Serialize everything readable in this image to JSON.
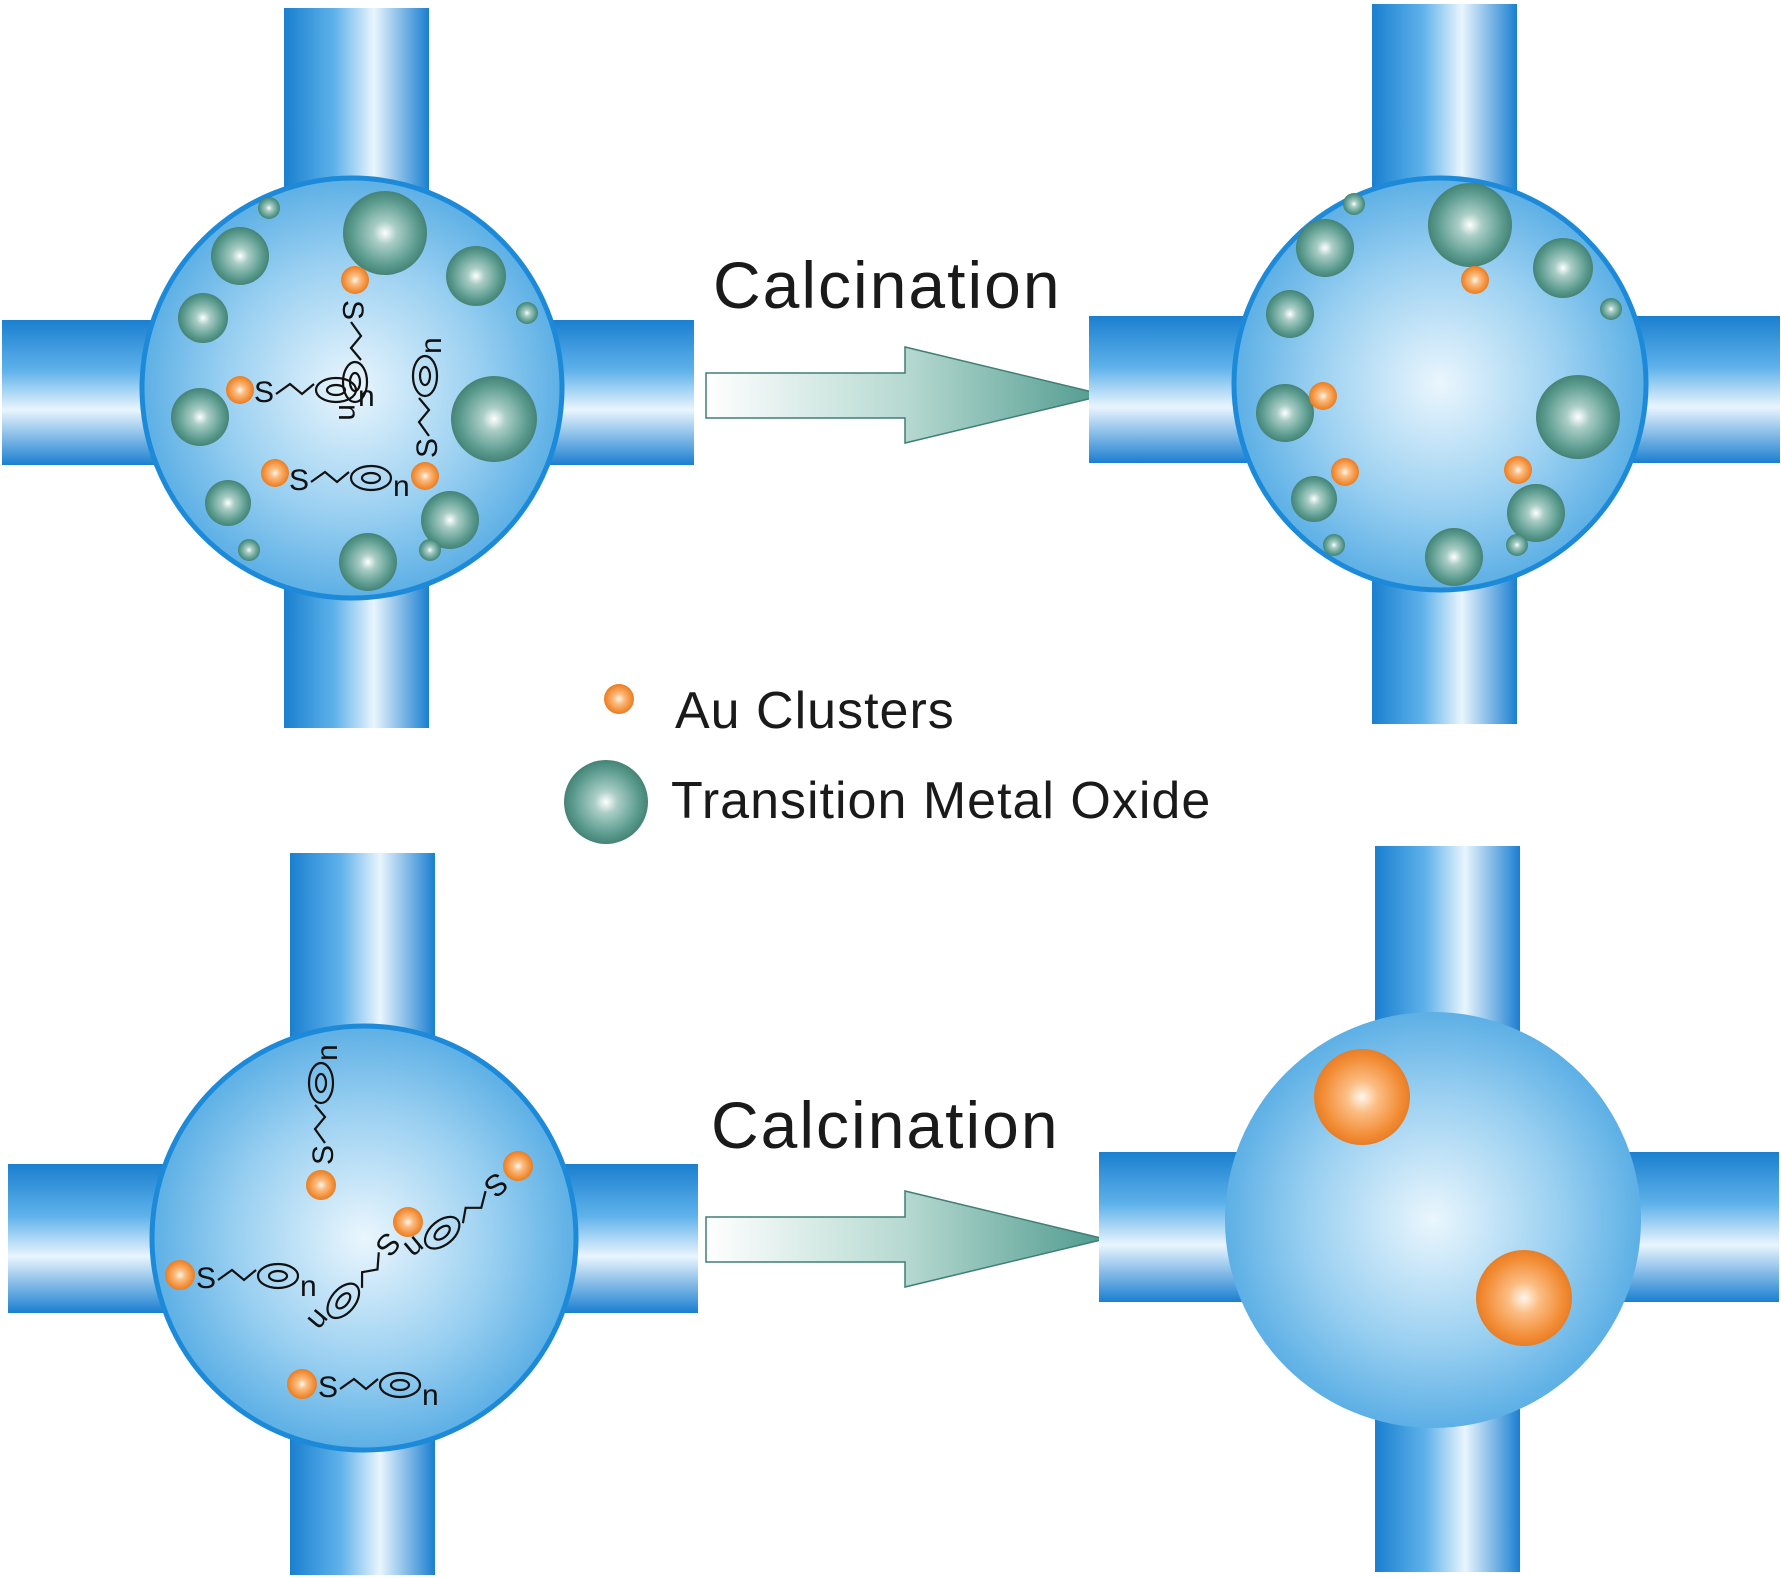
{
  "arrows": {
    "top_label": "Calcination",
    "bottom_label": "Calcination"
  },
  "legend": {
    "au_clusters": "Au Clusters",
    "transition_metal_oxide": "Transition Metal Oxide"
  },
  "ligand": {
    "sulfur": "S",
    "repeat": "n"
  },
  "colors": {
    "channel": "#1f8bd6",
    "pore": "#5fb3e4",
    "pore_outline": "#1c8ad8",
    "oxide": "#3d8a7a",
    "au": "#f08a2a",
    "arrow": "#6fb0a8",
    "text": "#1a1a1a"
  },
  "icons": {
    "au": "orange-sphere",
    "oxide": "teal-sphere",
    "arrow": "gradient-arrow"
  }
}
